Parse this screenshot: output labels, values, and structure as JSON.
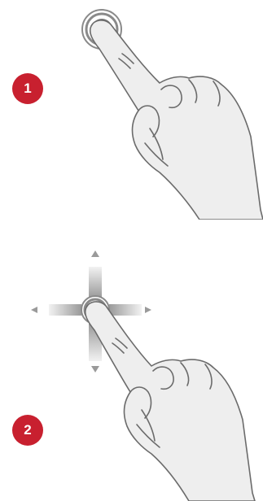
{
  "steps": [
    {
      "number": "1",
      "gesture": "tap",
      "icon": "hand-tap-icon"
    },
    {
      "number": "2",
      "gesture": "drag",
      "icon": "hand-drag-icon"
    }
  ],
  "colors": {
    "badge": "#c8202f",
    "hand_fill": "#eeeeee",
    "hand_stroke": "#6b6b6b",
    "ring": "#8a8a8a",
    "arrow_dark": "#9a9a9a",
    "arrow_light": "#f2f2f2"
  }
}
